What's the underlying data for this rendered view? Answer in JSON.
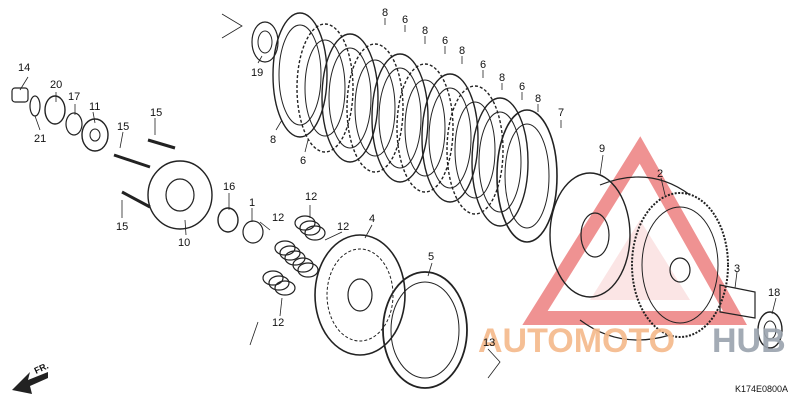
{
  "diagram": {
    "code": "K174E0800A",
    "direction": "FR.",
    "watermark": {
      "part1": "AUTOMOTO",
      "part2": "HUB",
      "color1": "#f5b98a",
      "color2": "#9aa3ad",
      "triangle_color": "#e23a3a"
    },
    "callouts": [
      {
        "id": "c14",
        "text": "14"
      },
      {
        "id": "c20",
        "text": "20"
      },
      {
        "id": "c17",
        "text": "17"
      },
      {
        "id": "c11",
        "text": "11"
      },
      {
        "id": "c21",
        "text": "21"
      },
      {
        "id": "c15a",
        "text": "15"
      },
      {
        "id": "c15b",
        "text": "15"
      },
      {
        "id": "c15c",
        "text": "15"
      },
      {
        "id": "c10",
        "text": "10"
      },
      {
        "id": "c16",
        "text": "16"
      },
      {
        "id": "c1",
        "text": "1"
      },
      {
        "id": "c12a",
        "text": "12"
      },
      {
        "id": "c12b",
        "text": "12"
      },
      {
        "id": "c12c",
        "text": "12"
      },
      {
        "id": "c12d",
        "text": "12"
      },
      {
        "id": "c4",
        "text": "4"
      },
      {
        "id": "c5",
        "text": "5"
      },
      {
        "id": "c13",
        "text": "13"
      },
      {
        "id": "c19",
        "text": "19"
      },
      {
        "id": "c8a",
        "text": "8"
      },
      {
        "id": "c6a",
        "text": "6"
      },
      {
        "id": "c8b",
        "text": "8"
      },
      {
        "id": "c6b",
        "text": "6"
      },
      {
        "id": "c8c",
        "text": "8"
      },
      {
        "id": "c6c",
        "text": "6"
      },
      {
        "id": "c8d",
        "text": "8"
      },
      {
        "id": "c6d",
        "text": "6"
      },
      {
        "id": "c8e",
        "text": "8"
      },
      {
        "id": "c7",
        "text": "7"
      },
      {
        "id": "c8f",
        "text": "8"
      },
      {
        "id": "c6e",
        "text": "6"
      },
      {
        "id": "c9",
        "text": "9"
      },
      {
        "id": "c2",
        "text": "2"
      },
      {
        "id": "c3",
        "text": "3"
      },
      {
        "id": "c18",
        "text": "18"
      }
    ]
  }
}
